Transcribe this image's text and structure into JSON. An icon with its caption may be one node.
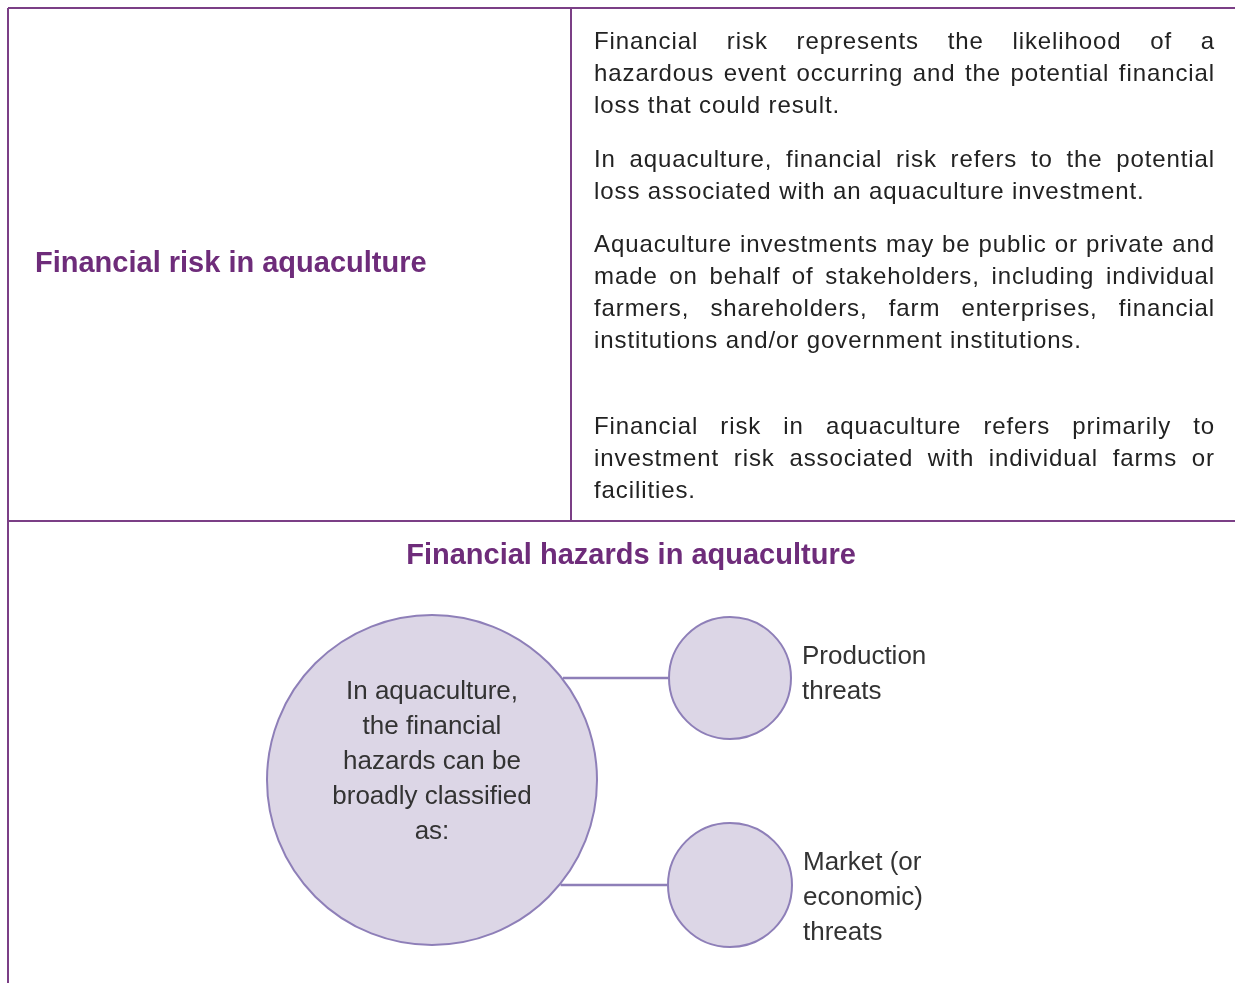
{
  "diagram": {
    "nodes": [
      {
        "text": [
          "In aquaculture, the financial hazards can be broadly classified as:"
        ]
      },
      {
        "text": [],
        "shape": "circle",
        "beside": [
          "Production threats"
        ]
      },
      {
        "text": [],
        "shape": "circle",
        "beside": [
          "Market (or economic) threats"
        ]
      }
    ],
    "edges": [
      {
        "from": 0,
        "to": 1,
        "arrow": "none"
      },
      {
        "from": 0,
        "to": 2,
        "arrow": "none"
      }
    ],
    "labels": [
      "Financial risk in aquaculture",
      "Financial risk represents the likelihood of a hazardous event occurring and the potential financial loss that could result.",
      "In aquaculture, financial risk refers to the potential loss associated with an aquaculture investment.",
      "Aquaculture investments may be public or private and made on behalf of stakeholders, including individual farmers, shareholders, farm enterprises, financial institutions and/or government institutions.",
      "Financial risk in aquaculture refers primarily to investment risk associated with individual farms or facilities.",
      "Financial hazards in aquaculture"
    ]
  }
}
